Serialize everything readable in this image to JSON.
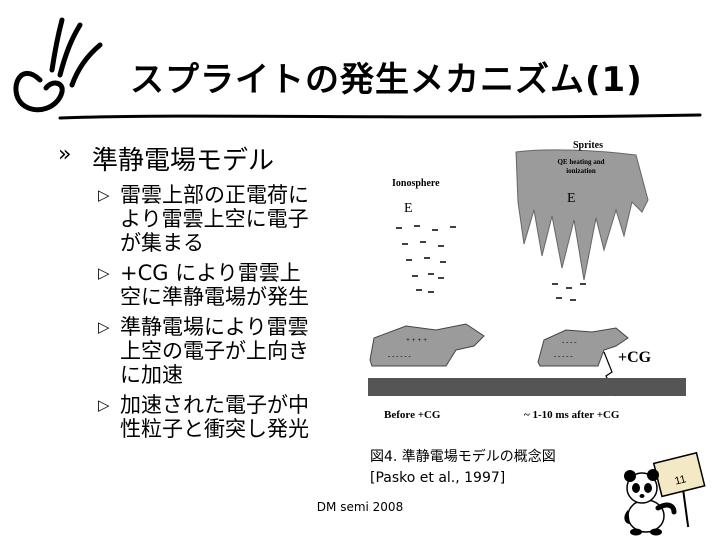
{
  "slide": {
    "title": "スプライトの発生メカニズム(1)",
    "bullet_l1": "準静電場モデル",
    "bullets_l2": [
      "雷雲上部の正電荷に\nより雷雲上空に電子\nが集まる",
      "+CG により雷雲上\n空に準静電場が発生",
      "準静電場により雷雲\n上空の電子が上向き\nに加速",
      "加速された電子が中\n性粒子と衝突し発光"
    ],
    "marker_l1": "»",
    "marker_l2": "▷",
    "figure": {
      "ionosphere": "Ionosphere",
      "sprites": "Sprites",
      "heating": "QE heating and\nionization",
      "e_left": "E",
      "e_right": "E",
      "plus_cg": "+CG",
      "before": "Before +CG",
      "after": "~ 1-10 ms after +CG"
    },
    "caption": "図4. 準静電場モデルの概念図\n[Pasko et al., 1997]",
    "footer": "DM semi 2008",
    "page_number": "11"
  },
  "colors": {
    "cloud": "#9b9b9b",
    "ground": "#555555",
    "text": "#000000"
  },
  "icons": [
    "logo-swirl-icon",
    "panda-mascot-icon"
  ]
}
